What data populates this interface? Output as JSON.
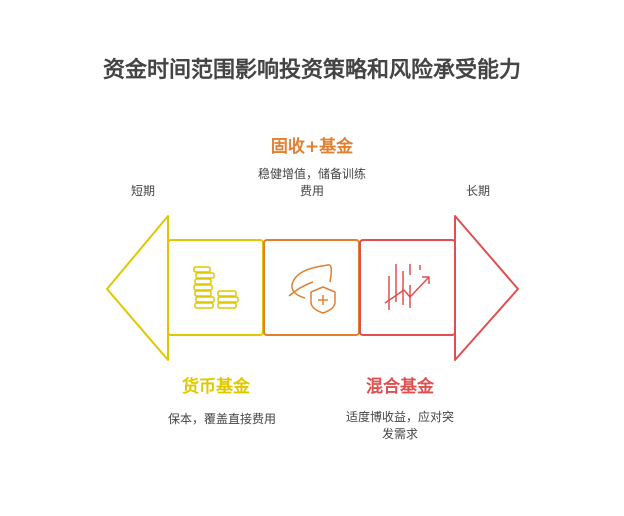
{
  "title": "资金时间范围影响投资策略和风险承受能力",
  "axis": {
    "short": "短期",
    "long": "长期"
  },
  "items": [
    {
      "name": "货币基金",
      "desc": "保本，覆盖直接费用",
      "color": "#e0c800",
      "icon": "coins-icon"
    },
    {
      "name": "固收+基金",
      "desc1": "稳健增值，储备训练",
      "desc2": "费用",
      "color": "#e08030",
      "icon": "leaf-shield-icon"
    },
    {
      "name": "混合基金",
      "desc1": "适度博收益，应对突",
      "desc2": "发需求",
      "color": "#e05050",
      "icon": "chart-up-icon"
    }
  ]
}
